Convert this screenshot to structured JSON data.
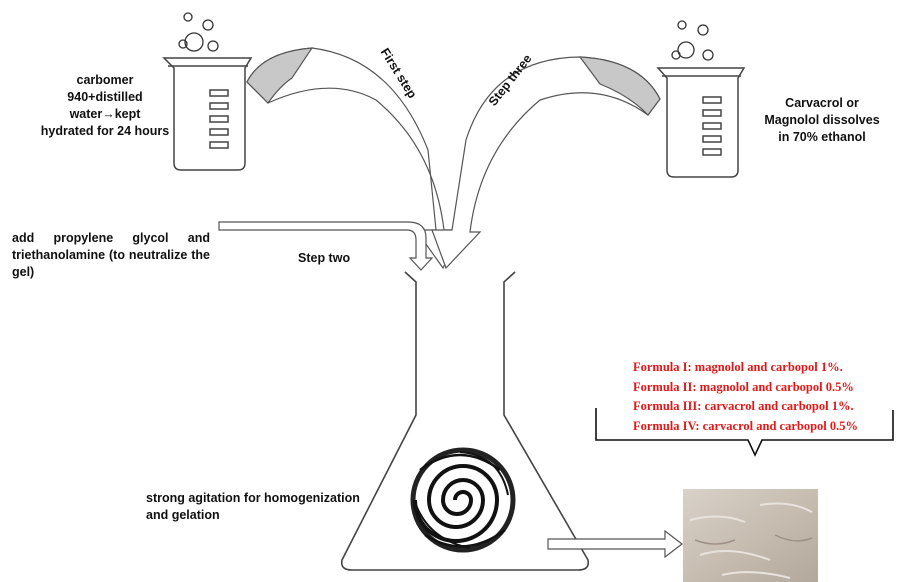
{
  "left_beaker_text": [
    "carbomer",
    "940+distilled",
    "water→kept",
    "hydrated for 24 hours"
  ],
  "right_beaker_text": [
    "Carvacrol or",
    "Magnolol dissolves",
    "in 70% ethanol"
  ],
  "arrow_labels": {
    "first": "First step",
    "three": "Step three",
    "two": "Step two"
  },
  "add_text": "add propylene glycol and triethanolamine (to neutralize the gel)",
  "agitation_text": [
    "strong agitation for homogenization",
    "and gelation"
  ],
  "formulas": [
    "Formula I: magnolol and carbopol 1%.",
    "Formula II: magnolol and carbopol 0.5%",
    "Formula III: carvacrol and carbopol 1%.",
    "Formula IV: carvacrol and carbopol 0.5%"
  ],
  "colors": {
    "arrow_fill": "#c8c8c8",
    "formula_text": "#e01a1a",
    "outline": "#444444"
  }
}
